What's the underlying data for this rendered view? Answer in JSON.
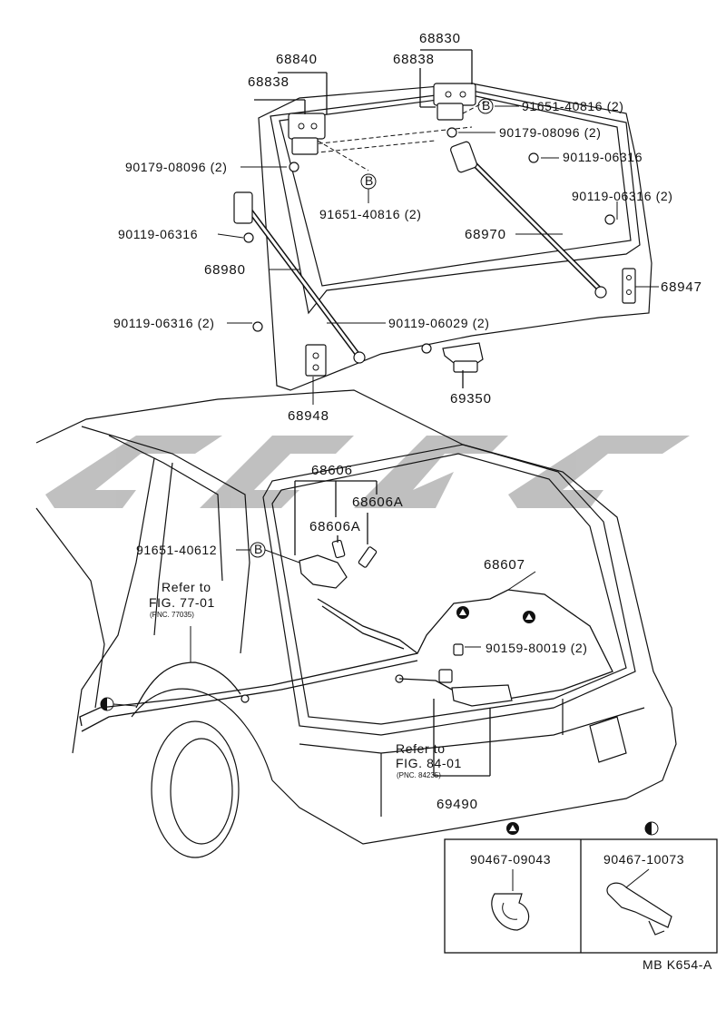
{
  "parts": {
    "p68830": "68830",
    "p68840": "68840",
    "p68838_left": "68838",
    "p68838_right": "68838",
    "p91651_40816_right": "91651-40816 (2)",
    "p90179_08096_right": "90179-08096 (2)",
    "p90119_06316_right": "90119-06316",
    "p90179_08096_left": "90179-08096 (2)",
    "p91651_40816_left": "91651-40816 (2)",
    "p90119_06316_right2": "90119-06316 (2)",
    "p90119_06316_left": "90119-06316",
    "p68970": "68970",
    "p68980": "68980",
    "p68947": "68947",
    "p90119_06316_left2": "90119-06316 (2)",
    "p90119_06029": "90119-06029 (2)",
    "p69350": "69350",
    "p68948": "68948",
    "p68606": "68606",
    "p68606A_top": "68606A",
    "p68606A_mid": "68606A",
    "p91651_40612": "91651-40612",
    "p68607": "68607",
    "p90159_80019": "90159-80019 (2)",
    "p69490": "69490"
  },
  "refs": {
    "ref1_line1": "Refer to",
    "ref1_line2": "FIG. 77-01",
    "ref1_line3": "(PNC. 77035)",
    "ref2_line1": "Refer to",
    "ref2_line2": "FIG. 84-01",
    "ref2_line3": "(PNC. 84235)"
  },
  "symbols": {
    "bolt_letter": "B"
  },
  "inset": {
    "left_part": "90467-09043",
    "right_part": "90467-10073"
  },
  "diagram_code": "MB K654-A"
}
